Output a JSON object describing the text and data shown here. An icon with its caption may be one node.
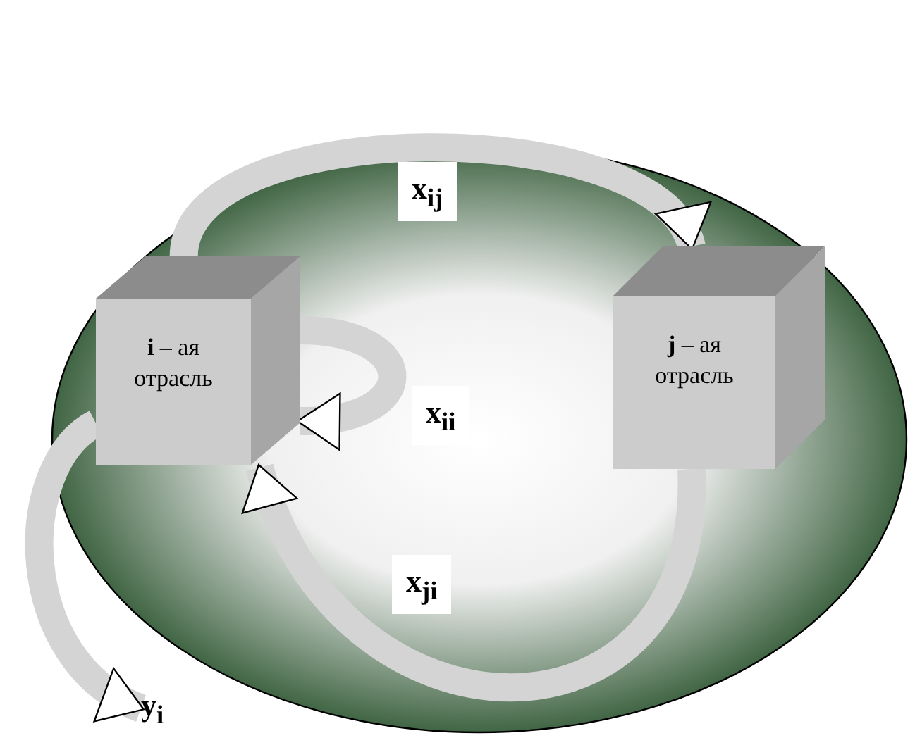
{
  "diagram": {
    "nodes": [
      {
        "text": [
          "**i** – ая отрасль"
        ]
      },
      {
        "text": [
          "**j** – ая отрасль"
        ]
      },
      {
        "text": [
          "y$_{i}$"
        ]
      }
    ],
    "edges": [
      {
        "from": 0,
        "to": 1,
        "arrow": "to",
        "label": "x$_{ij}$"
      },
      {
        "from": 1,
        "to": 0,
        "arrow": "to",
        "label": "x$_{ji}$"
      },
      {
        "from": 0,
        "to": 0,
        "arrow": "to",
        "label": "x$_{ii}$"
      },
      {
        "from": 0,
        "to": 2,
        "arrow": "to"
      }
    ]
  }
}
